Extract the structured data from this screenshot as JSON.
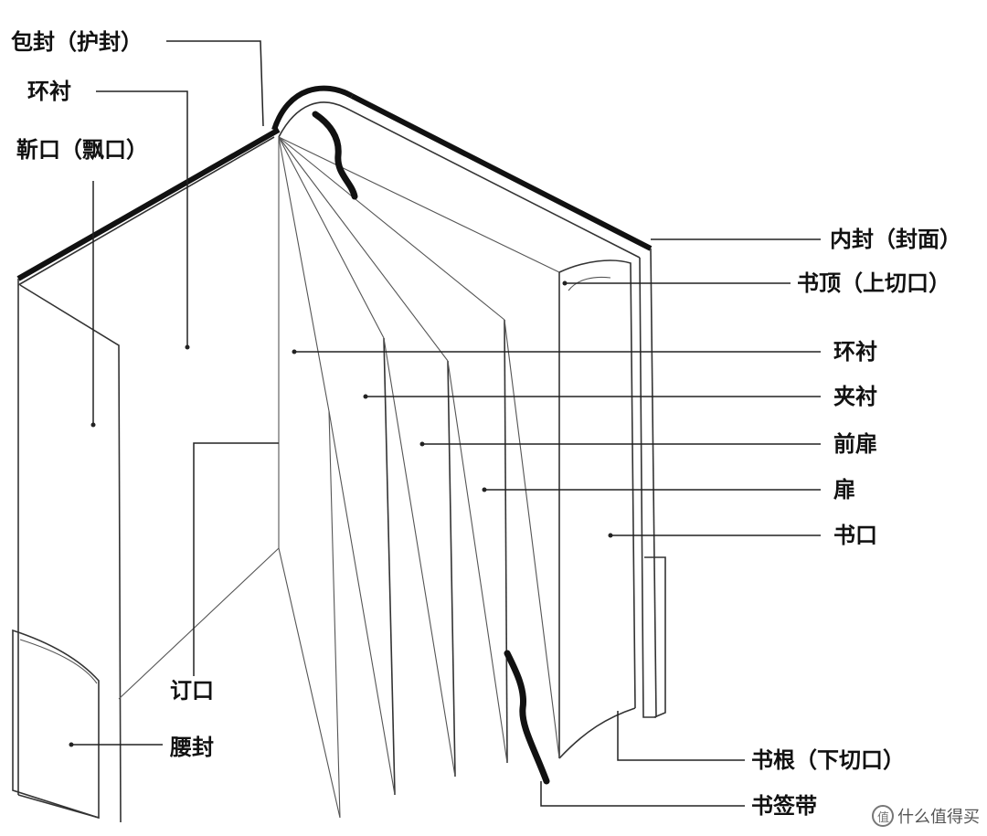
{
  "labels": {
    "dust_jacket": "包封（护封）",
    "endpaper_left": "环衬",
    "fore_edge_left": "靳口（飘口）",
    "gutter": "订口",
    "belly_band": "腰封",
    "inner_cover": "内封（封面）",
    "head": "书顶（上切口）",
    "endpaper_right": "环衬",
    "interleaf": "夹衬",
    "front_page": "前扉",
    "title_page": "扉",
    "fore_edge_right": "书口",
    "tail": "书根（下切口）",
    "ribbon": "书签带"
  },
  "watermark": {
    "text": "什么值得买",
    "icon": "zhi-badge-icon"
  },
  "colors": {
    "ink": "#111111",
    "line": "#333333",
    "background": "#ffffff"
  }
}
